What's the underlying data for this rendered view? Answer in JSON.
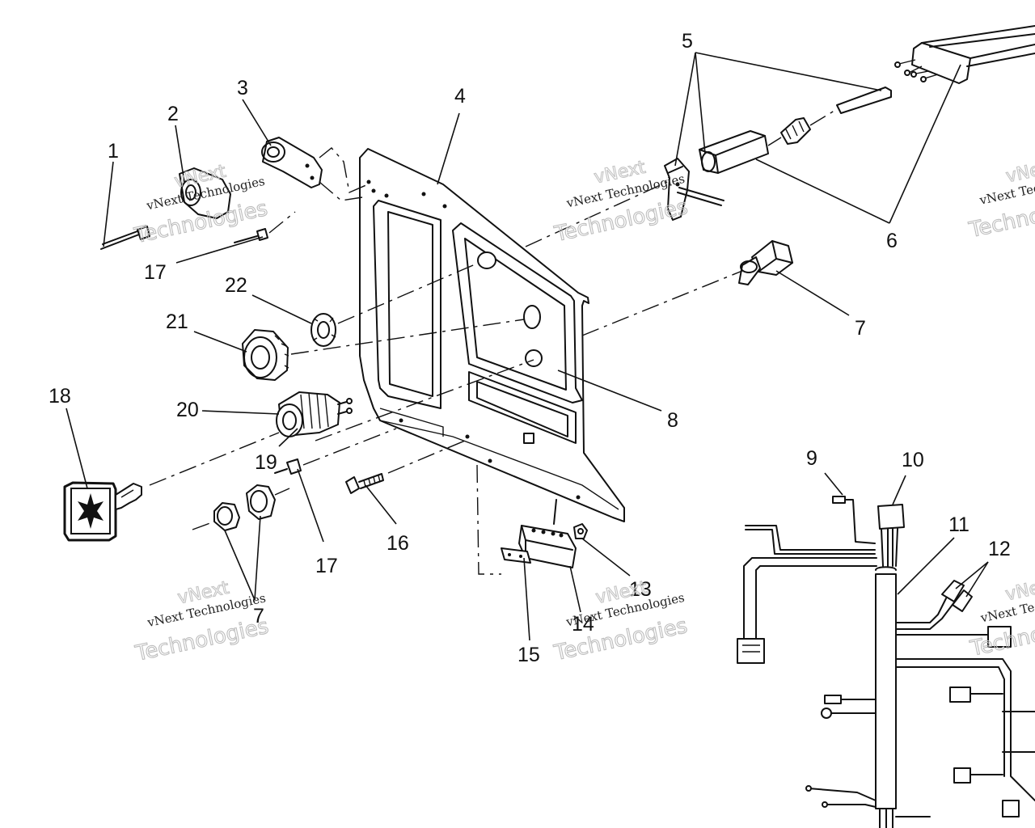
{
  "callouts": {
    "n1": "1",
    "n2": "2",
    "n3": "3",
    "n4": "4",
    "n5": "5",
    "n6": "6",
    "n7a": "7",
    "n7b": "7",
    "n8": "8",
    "n9": "9",
    "n10": "10",
    "n11": "11",
    "n12": "12",
    "n13": "13",
    "n14": "14",
    "n15": "15",
    "n16": "16",
    "n17a": "17",
    "n17b": "17",
    "n18": "18",
    "n19": "19",
    "n20": "20",
    "n21": "21",
    "n22": "22"
  },
  "watermark": {
    "brand": "vNext",
    "line1": "vNext Technologies",
    "line2": "Technologies"
  }
}
